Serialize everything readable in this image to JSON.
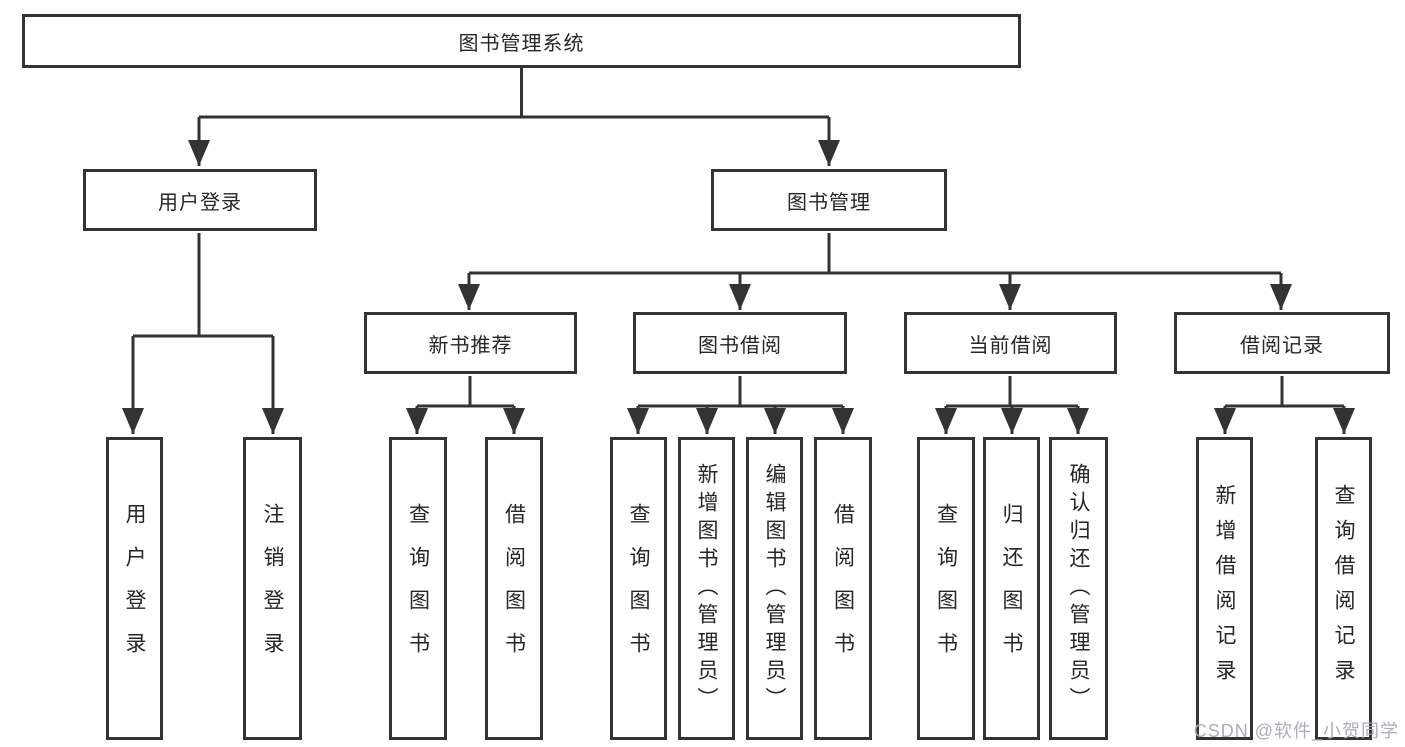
{
  "root": {
    "label": "图书管理系统"
  },
  "branches": {
    "user_login": {
      "label": "用户登录",
      "leaves": [
        {
          "label": "用户登录"
        },
        {
          "label": "注销登录"
        }
      ]
    },
    "book_mgmt": {
      "label": "图书管理",
      "sections": {
        "new_book": {
          "label": "新书推荐",
          "leaves": [
            {
              "label": "查询图书"
            },
            {
              "label": "借阅图书"
            }
          ]
        },
        "borrow": {
          "label": "图书借阅",
          "leaves": [
            {
              "label": "查询图书"
            },
            {
              "label": "新增图书（管理员）"
            },
            {
              "label": "编辑图书（管理员）"
            },
            {
              "label": "借阅图书"
            }
          ]
        },
        "current": {
          "label": "当前借阅",
          "leaves": [
            {
              "label": "查询图书"
            },
            {
              "label": "归还图书"
            },
            {
              "label": "确认归还（管理员）"
            }
          ]
        },
        "records": {
          "label": "借阅记录",
          "leaves": [
            {
              "label": "新增借阅记录"
            },
            {
              "label": "查询借阅记录"
            }
          ]
        }
      }
    }
  },
  "watermark": {
    "text": "CSDN @软件_小贺同学",
    "color": "#a5aab2"
  },
  "colors": {
    "line": "#333333",
    "text": "#262626",
    "background": "#ffffff"
  }
}
